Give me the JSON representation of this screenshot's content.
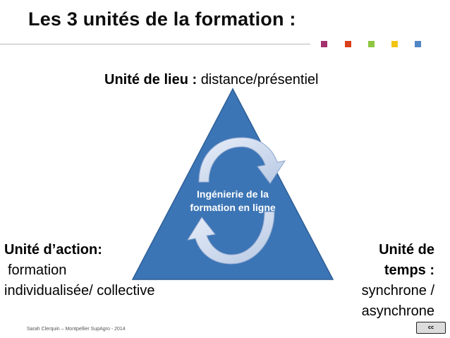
{
  "slide": {
    "title": "Les 3 unités de la formation :",
    "accent_colors": [
      "#a3326f",
      "#d9401b",
      "#8ec640",
      "#f2c414",
      "#4f86c6"
    ]
  },
  "diagram": {
    "triangle_color": "#3c75b5",
    "center_text": "Ingénierie de la formation en ligne",
    "unite_lieu": {
      "label": "Unité de lieu :",
      "value": "distance/présentiel"
    },
    "unite_action": {
      "label": "Unité d’action:",
      "line1": "formation",
      "line2": "individualisée/ collective"
    },
    "unite_temps": {
      "label_line1": "Unité de",
      "label_line2": "temps :",
      "line1": "synchrone /",
      "line2": "asynchrone"
    }
  },
  "footer": {
    "credit": "Sarah Clerquin – Montpellier SupAgro - 2014",
    "license_icon": "cc-by-nc-sa-icon",
    "license_text": "cc"
  }
}
